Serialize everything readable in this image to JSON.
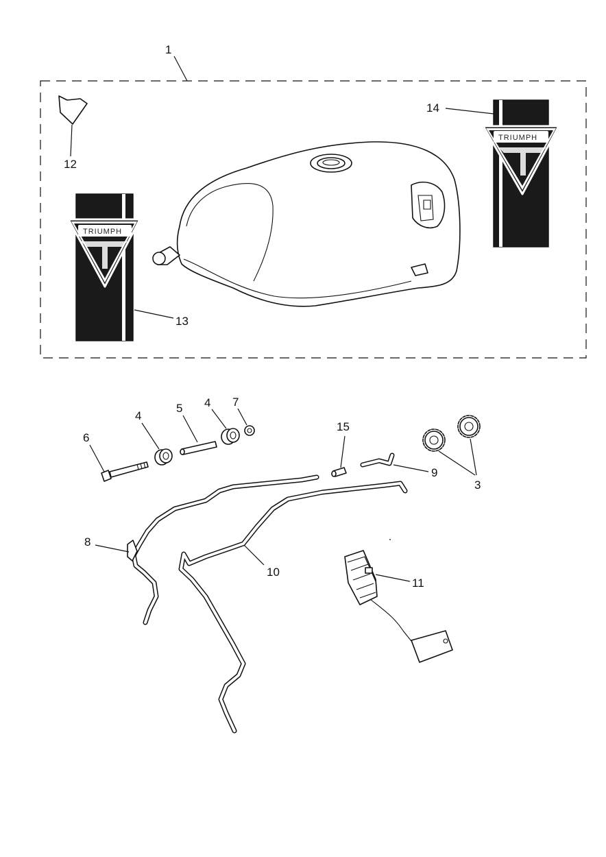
{
  "callouts": {
    "c1": "1",
    "c3": "3",
    "c4a": "4",
    "c4b": "4",
    "c5": "5",
    "c6": "6",
    "c7": "7",
    "c8": "8",
    "c9": "9",
    "c10": "10",
    "c11": "11",
    "c12": "12",
    "c13": "13",
    "c14": "14",
    "c15": "15"
  },
  "decals": {
    "brand_left": "TRIUMPH",
    "brand_right": "TRIUMPH"
  },
  "colors": {
    "line": "#111111",
    "decal_fill": "#1a1a1a",
    "background": "#ffffff"
  }
}
